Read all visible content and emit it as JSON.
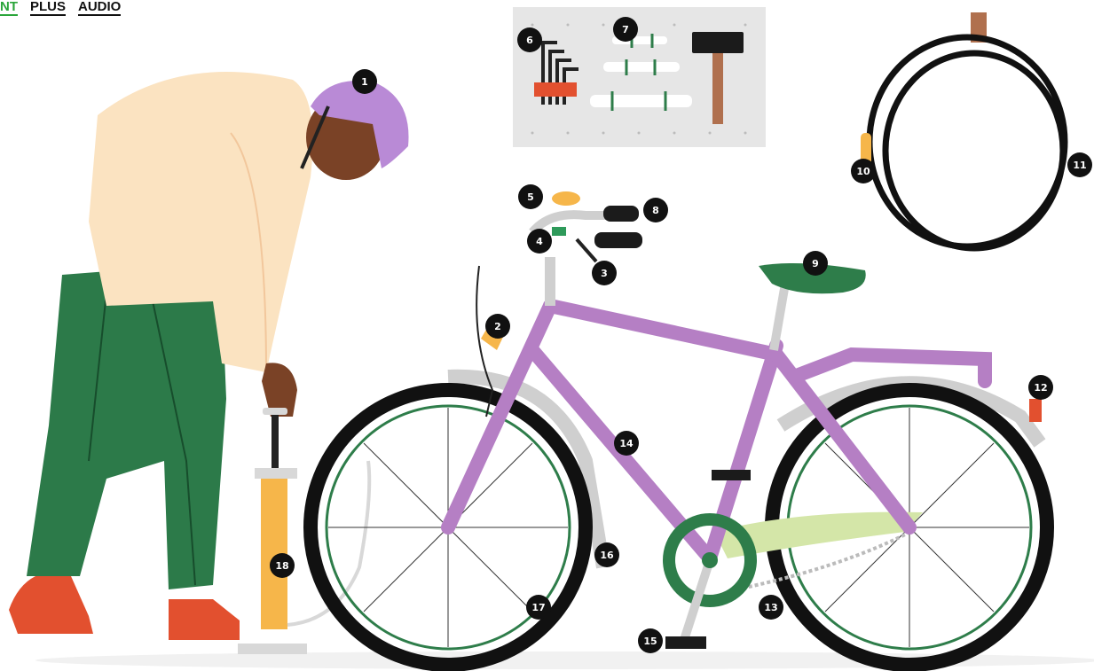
{
  "nav": {
    "tabs": [
      "NT",
      "PLUS",
      "AUDIO"
    ]
  },
  "callouts": [
    "1",
    "2",
    "3",
    "4",
    "5",
    "6",
    "7",
    "8",
    "9",
    "10",
    "11",
    "12",
    "13",
    "14",
    "15",
    "16",
    "17",
    "18"
  ],
  "colors": {
    "frame": "#b57fc4",
    "green": "#2e7d4a",
    "pants": "#2c7a49",
    "shirt": "#fbe3c1",
    "helmet": "#b98ad6",
    "shoe": "#e2502f",
    "pump": "#f6b64a",
    "board": "#e6e6e6",
    "dark": "#111111"
  }
}
